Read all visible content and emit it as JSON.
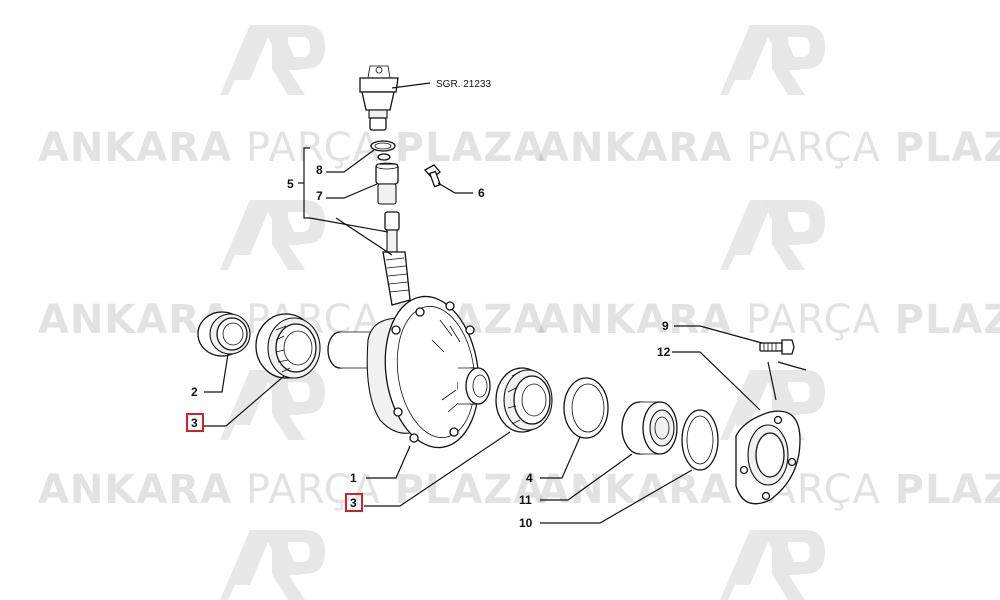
{
  "watermark": {
    "text_light": "PARÇA",
    "text_bold_1": "ANKARA",
    "text_bold_2": "PLAZA",
    "logo_icon": "ap-logo-icon"
  },
  "callouts": {
    "sgr": "SGR. 21233",
    "p1": "1",
    "p2": "2",
    "p3_left": "3",
    "p3_center": "3",
    "p4": "4",
    "p5": "5",
    "p6": "6",
    "p7": "7",
    "p8": "8",
    "p9": "9",
    "p10": "10",
    "p11": "11",
    "p12": "12"
  },
  "colors": {
    "highlight": "#d0202a",
    "line": "#111111",
    "watermark": "#000000"
  }
}
